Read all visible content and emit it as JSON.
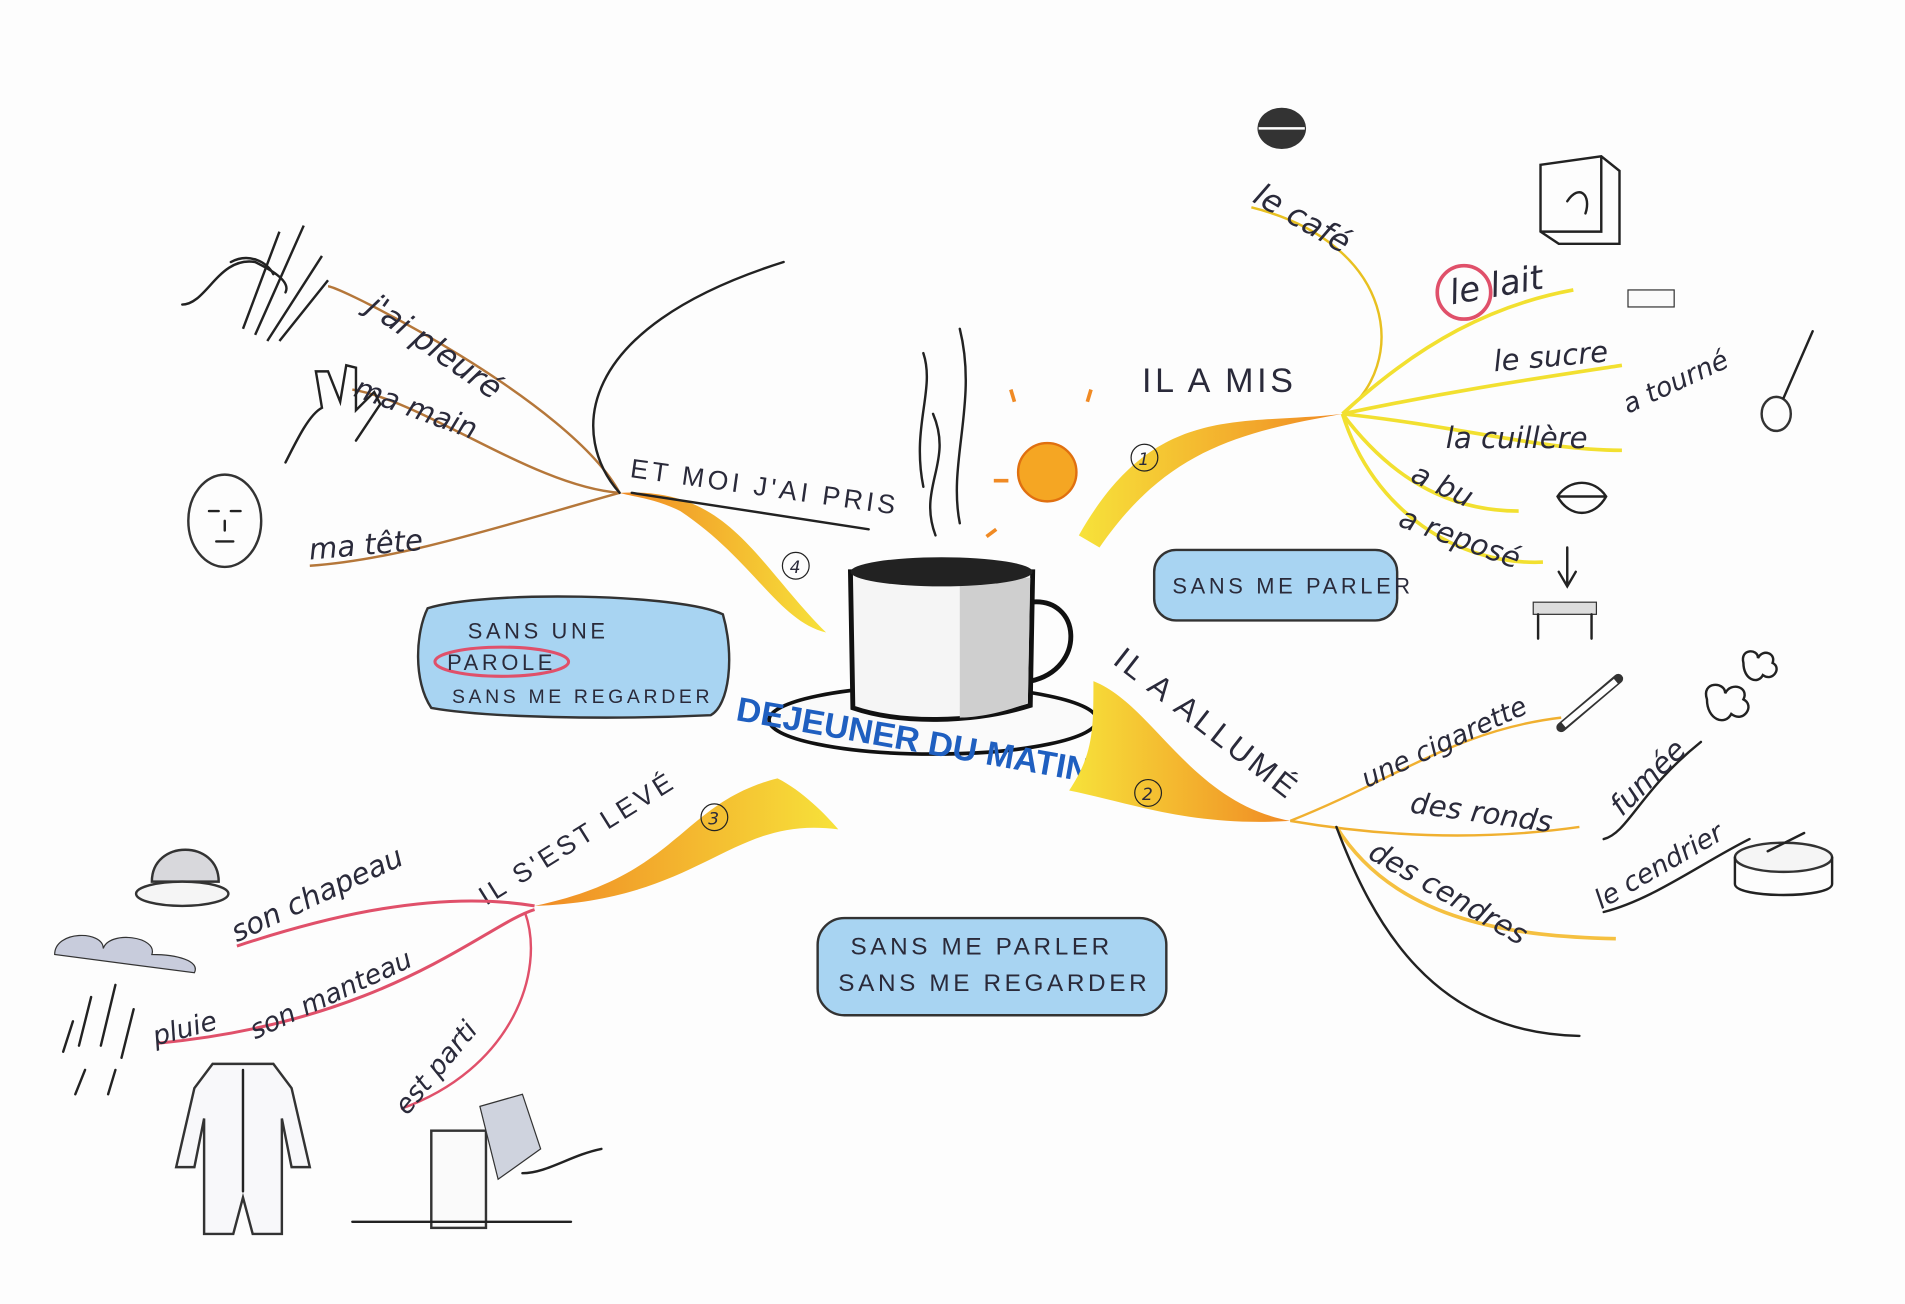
{
  "title": "DEJEUNER DU MATIN",
  "colors": {
    "orange": "#f08a24",
    "yellow": "#f7e23a",
    "blue_box": "#9fd0f0",
    "red": "#e0506a",
    "brown": "#b5773a",
    "title_blue": "#1f5fc0"
  },
  "branches": [
    {
      "number": "1",
      "label": "IL A MIS",
      "children": [
        "le café",
        "le lait",
        "le sucre",
        "la cuillère",
        "a tourné",
        "a bu",
        "a reposé"
      ]
    },
    {
      "number": "2",
      "label": "IL A ALLUMÉ",
      "children": [
        "une cigarette",
        "des ronds",
        "fumée",
        "des cendres",
        "le cendrier"
      ]
    },
    {
      "number": "3",
      "label": "IL S'EST LEVÉ",
      "children": [
        "son chapeau",
        "son manteau",
        "pluie",
        "est parti"
      ]
    },
    {
      "number": "4",
      "label": "ET MOI J'AI PRIS",
      "children": [
        "j'ai pleuré",
        "ma main",
        "ma tête"
      ]
    }
  ],
  "boxes": [
    {
      "lines": [
        "SANS ME PARLER"
      ]
    },
    {
      "lines": [
        "SANS ME PARLER",
        "SANS ME REGARDER"
      ]
    },
    {
      "lines": [
        "SANS UNE",
        "PAROLE",
        "SANS ME REGARDER"
      ]
    }
  ]
}
